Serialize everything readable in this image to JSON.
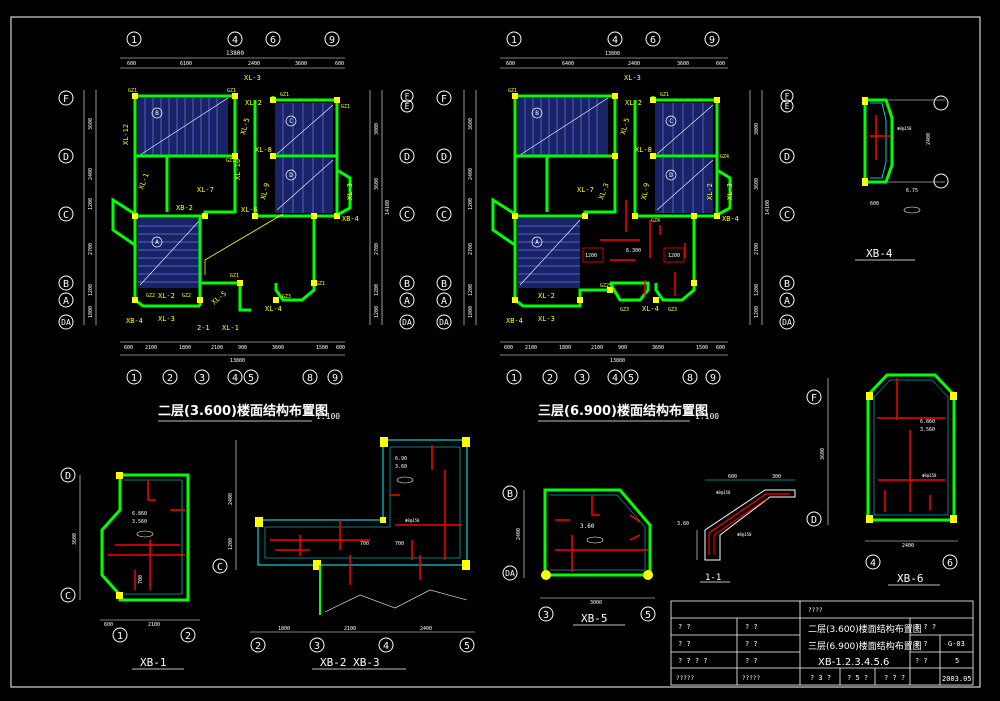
{
  "colors": {
    "background": "#000000",
    "wall": "#00ff00",
    "beam": "#ffff00",
    "dim": "#ffffff",
    "grid": "#ffffff",
    "rebar": "#ff0000",
    "slab_fill": "#7777ff",
    "slab_hatch": "#4d6fff",
    "border": "#ffffff",
    "cyan": "#00ffff"
  },
  "plan2": {
    "title": "二层(3.600)楼面结构布置图",
    "scale": "1:100",
    "top_axes": [
      "1",
      "4",
      "6",
      "9"
    ],
    "top_total": "13800",
    "top_dims": [
      "600",
      "6100",
      "2400",
      "3600",
      "600"
    ],
    "bottom_axes": [
      "1",
      "2",
      "3",
      "4",
      "5",
      "8",
      "9"
    ],
    "bottom_total": "13800",
    "bottom_dims": [
      "600",
      "2100",
      "1800",
      "2100",
      "900",
      "3600",
      "1500",
      "600"
    ],
    "left_axes": [
      "F",
      "D",
      "C",
      "B",
      "A",
      "DA"
    ],
    "right_axes": [
      "F",
      "E",
      "D",
      "C",
      "B",
      "A",
      "DA"
    ],
    "left_dims": [
      "3600",
      "2400",
      "1200",
      "2700",
      "1200",
      "1800"
    ],
    "right_total": "14100",
    "right_dims": [
      "3000",
      "3600",
      "2700",
      "1200",
      "1200"
    ],
    "labels": [
      "XL-3",
      "XL-2",
      "GZ1",
      "GZ1",
      "GZ1",
      "GZ1",
      "XL-12",
      "XL-5",
      "XL-8",
      "XL-1",
      "XL-7",
      "XL-10",
      "XL-9",
      "XL-6",
      "XB-2",
      "XB-4",
      "XL-3",
      "GZ2",
      "GZ2",
      "GZ1",
      "XB-4",
      "XL-3",
      "XL-2",
      "XL-5",
      "XL-4",
      "GZ3",
      "GZ1",
      "XL-1",
      "2-1",
      "GZ1"
    ],
    "slab_marks": [
      "B",
      "C",
      "D",
      "A"
    ]
  },
  "plan3": {
    "title": "三层(6.900)楼面结构布置图",
    "scale": "1:100",
    "top_axes": [
      "1",
      "4",
      "6",
      "9"
    ],
    "top_total": "13800",
    "top_dims": [
      "600",
      "6400",
      "2400",
      "3600",
      "600"
    ],
    "bottom_axes": [
      "1",
      "2",
      "3",
      "4",
      "5",
      "8",
      "9"
    ],
    "bottom_total": "13800",
    "bottom_dims": [
      "600",
      "2100",
      "1800",
      "2100",
      "900",
      "3600",
      "1500",
      "600"
    ],
    "left_axes": [
      "F",
      "D",
      "C",
      "B",
      "A",
      "DA"
    ],
    "right_axes": [
      "F",
      "E",
      "D",
      "C",
      "B",
      "A",
      "DA"
    ],
    "left_dims": [
      "3600",
      "2400",
      "1200",
      "2700",
      "1200",
      "1800"
    ],
    "right_total": "14100",
    "right_dims": [
      "3000",
      "3600",
      "2700",
      "1200",
      "1200"
    ],
    "labels": [
      "XL-3",
      "GZ1",
      "GZ1",
      "XL-2",
      "XL-5",
      "XL-8",
      "GZ4",
      "XL-7",
      "XL-3",
      "XL-9",
      "XL-2",
      "XL-3",
      "XB-4",
      "GZ4",
      "XL-2",
      "XB-4",
      "XL-3",
      "GZ2",
      "XL-4",
      "GZ3",
      "GZ3"
    ],
    "slab_marks": [
      "B",
      "C",
      "D",
      "A"
    ],
    "notes": [
      "6.300",
      "1200",
      "1200"
    ]
  },
  "details": {
    "xb4": {
      "title": "XB-4",
      "dims": [
        "2400",
        "600"
      ],
      "notes": [
        "6.75",
        "Φ8@150"
      ]
    },
    "xb1": {
      "title": "XB-1",
      "axes": [
        "D",
        "C",
        "1",
        "2"
      ],
      "dims": [
        "3600",
        "600",
        "2100"
      ],
      "notes": [
        "6.860",
        "3.560",
        "700"
      ]
    },
    "xb23": {
      "title": "XB-2  XB-3",
      "axes": [
        "C",
        "2",
        "3",
        "4",
        "5"
      ],
      "dims": [
        "2400",
        "1200",
        "1800",
        "2100",
        "2400"
      ],
      "notes": [
        "6.90",
        "3.60",
        "700",
        "700",
        "Φ8@150"
      ]
    },
    "xb5": {
      "title": "XB-5",
      "axes": [
        "B",
        "DA",
        "3",
        "5"
      ],
      "dims": [
        "2400",
        "3000"
      ],
      "notes": [
        "3.60"
      ]
    },
    "sec11": {
      "title": "1-1",
      "dims": [
        "600",
        "300"
      ],
      "notes": [
        "Φ8@150",
        "Φ8@150",
        "3.60"
      ]
    },
    "xb6": {
      "title": "XB-6",
      "axes": [
        "F",
        "D",
        "4",
        "6"
      ],
      "dims": [
        "3600",
        "2400"
      ],
      "notes": [
        "6.860",
        "3.560",
        "Φ8@150"
      ]
    }
  },
  "titleblock": {
    "row0": [
      "????"
    ],
    "row1": [
      "?   ?",
      "?   ?",
      "二层(3.600)楼面结构布置图",
      "?  ?  ?"
    ],
    "row2": [
      "? ?",
      "?   ?",
      "三层(6.900)楼面结构布置图",
      "?  ?",
      "G-03"
    ],
    "row3": [
      "? ? ? ?",
      "?   ?",
      "XB-1.2.3.4.5.6",
      "?  ?",
      "5"
    ],
    "row4": [
      "?????",
      "?????",
      "? 3 ?",
      "? 5 ?",
      "? ? ?",
      "2003.05"
    ]
  }
}
